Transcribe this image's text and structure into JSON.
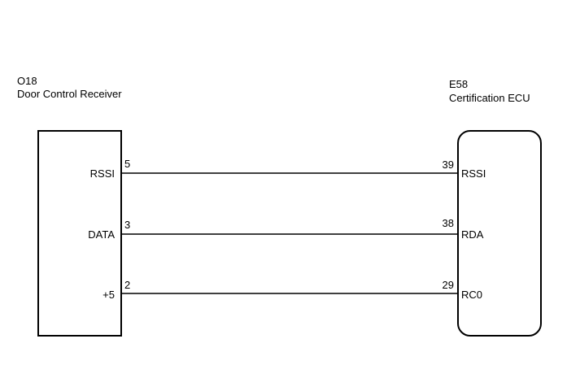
{
  "left_component": {
    "code": "O18",
    "name": "Door Control Receiver"
  },
  "right_component": {
    "code": "E58",
    "name": "Certification ECU"
  },
  "connections": [
    {
      "left_terminal": "RSSI",
      "left_pin": "5",
      "right_pin": "39",
      "right_terminal": "RSSI"
    },
    {
      "left_terminal": "DATA",
      "left_pin": "3",
      "right_pin": "38",
      "right_terminal": "RDA"
    },
    {
      "left_terminal": "+5",
      "left_pin": "2",
      "right_pin": "29",
      "right_terminal": "RC0"
    }
  ]
}
